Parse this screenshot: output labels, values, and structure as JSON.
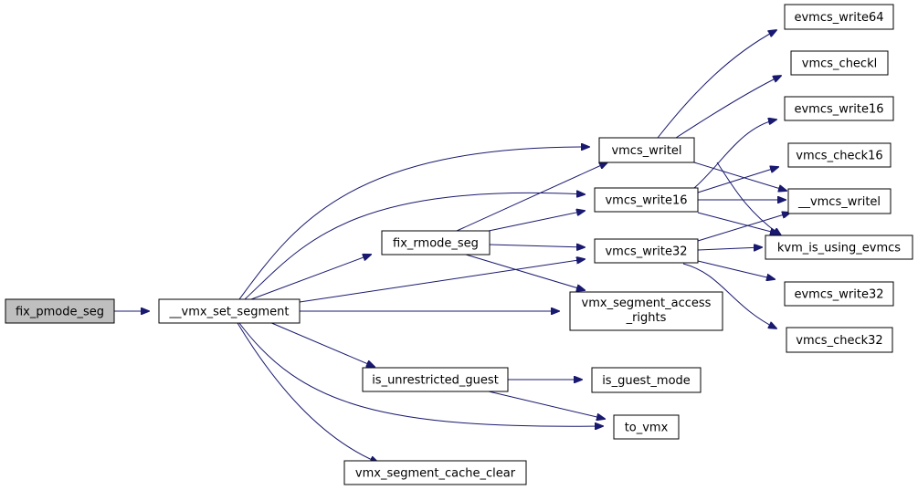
{
  "nodes": {
    "fix_pmode_seg": "fix_pmode_seg",
    "vmx_set_segment": "__vmx_set_segment",
    "fix_rmode_seg": "fix_rmode_seg",
    "is_unrestricted_guest": "is_unrestricted_guest",
    "vmx_segment_cache_clear": "vmx_segment_cache_clear",
    "vmcs_writel": "vmcs_writel",
    "vmcs_write16": "vmcs_write16",
    "vmcs_write32": "vmcs_write32",
    "vmx_segment_access_rights_line1": "vmx_segment_access",
    "vmx_segment_access_rights_line2": "_rights",
    "is_guest_mode": "is_guest_mode",
    "to_vmx": "to_vmx",
    "evmcs_write64": "evmcs_write64",
    "vmcs_checkl": "vmcs_checkl",
    "evmcs_write16": "evmcs_write16",
    "vmcs_check16": "vmcs_check16",
    "vmcs_writel_inner": "__vmcs_writel",
    "kvm_is_using_evmcs": "kvm_is_using_evmcs",
    "evmcs_write32": "evmcs_write32",
    "vmcs_check32": "vmcs_check32"
  },
  "edges": [
    [
      "fix_pmode_seg",
      "vmx_set_segment"
    ],
    [
      "vmx_set_segment",
      "vmcs_writel"
    ],
    [
      "vmx_set_segment",
      "vmcs_write16"
    ],
    [
      "vmx_set_segment",
      "fix_rmode_seg"
    ],
    [
      "vmx_set_segment",
      "vmcs_write32"
    ],
    [
      "vmx_set_segment",
      "vmx_segment_access_rights"
    ],
    [
      "vmx_set_segment",
      "is_unrestricted_guest"
    ],
    [
      "vmx_set_segment",
      "to_vmx"
    ],
    [
      "vmx_set_segment",
      "vmx_segment_cache_clear"
    ],
    [
      "fix_rmode_seg",
      "vmcs_writel"
    ],
    [
      "fix_rmode_seg",
      "vmcs_write16"
    ],
    [
      "fix_rmode_seg",
      "vmcs_write32"
    ],
    [
      "fix_rmode_seg",
      "vmx_segment_access_rights"
    ],
    [
      "is_unrestricted_guest",
      "is_guest_mode"
    ],
    [
      "is_unrestricted_guest",
      "to_vmx"
    ],
    [
      "vmcs_writel",
      "evmcs_write64"
    ],
    [
      "vmcs_writel",
      "vmcs_checkl"
    ],
    [
      "vmcs_writel",
      "vmcs_writel_inner"
    ],
    [
      "vmcs_writel",
      "kvm_is_using_evmcs"
    ],
    [
      "vmcs_write16",
      "evmcs_write16"
    ],
    [
      "vmcs_write16",
      "vmcs_check16"
    ],
    [
      "vmcs_write16",
      "vmcs_writel_inner"
    ],
    [
      "vmcs_write16",
      "kvm_is_using_evmcs"
    ],
    [
      "vmcs_write32",
      "vmcs_writel_inner"
    ],
    [
      "vmcs_write32",
      "kvm_is_using_evmcs"
    ],
    [
      "vmcs_write32",
      "evmcs_write32"
    ],
    [
      "vmcs_write32",
      "vmcs_check32"
    ]
  ],
  "colors": {
    "edge": "#191970",
    "root_fill": "#bfbfbf",
    "node_fill": "#ffffff",
    "node_border": "#000000"
  }
}
